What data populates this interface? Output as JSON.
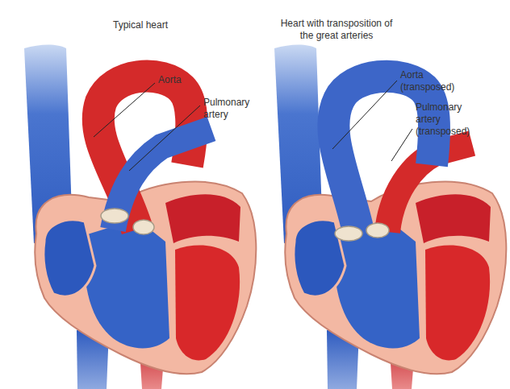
{
  "diagram": {
    "labels": [
      "Typical heart",
      "Heart with transposition of the great arteries",
      "Aorta",
      "Pulmonary artery",
      "Aorta (transposed)",
      "Pulmonary artery (transposed)"
    ]
  }
}
